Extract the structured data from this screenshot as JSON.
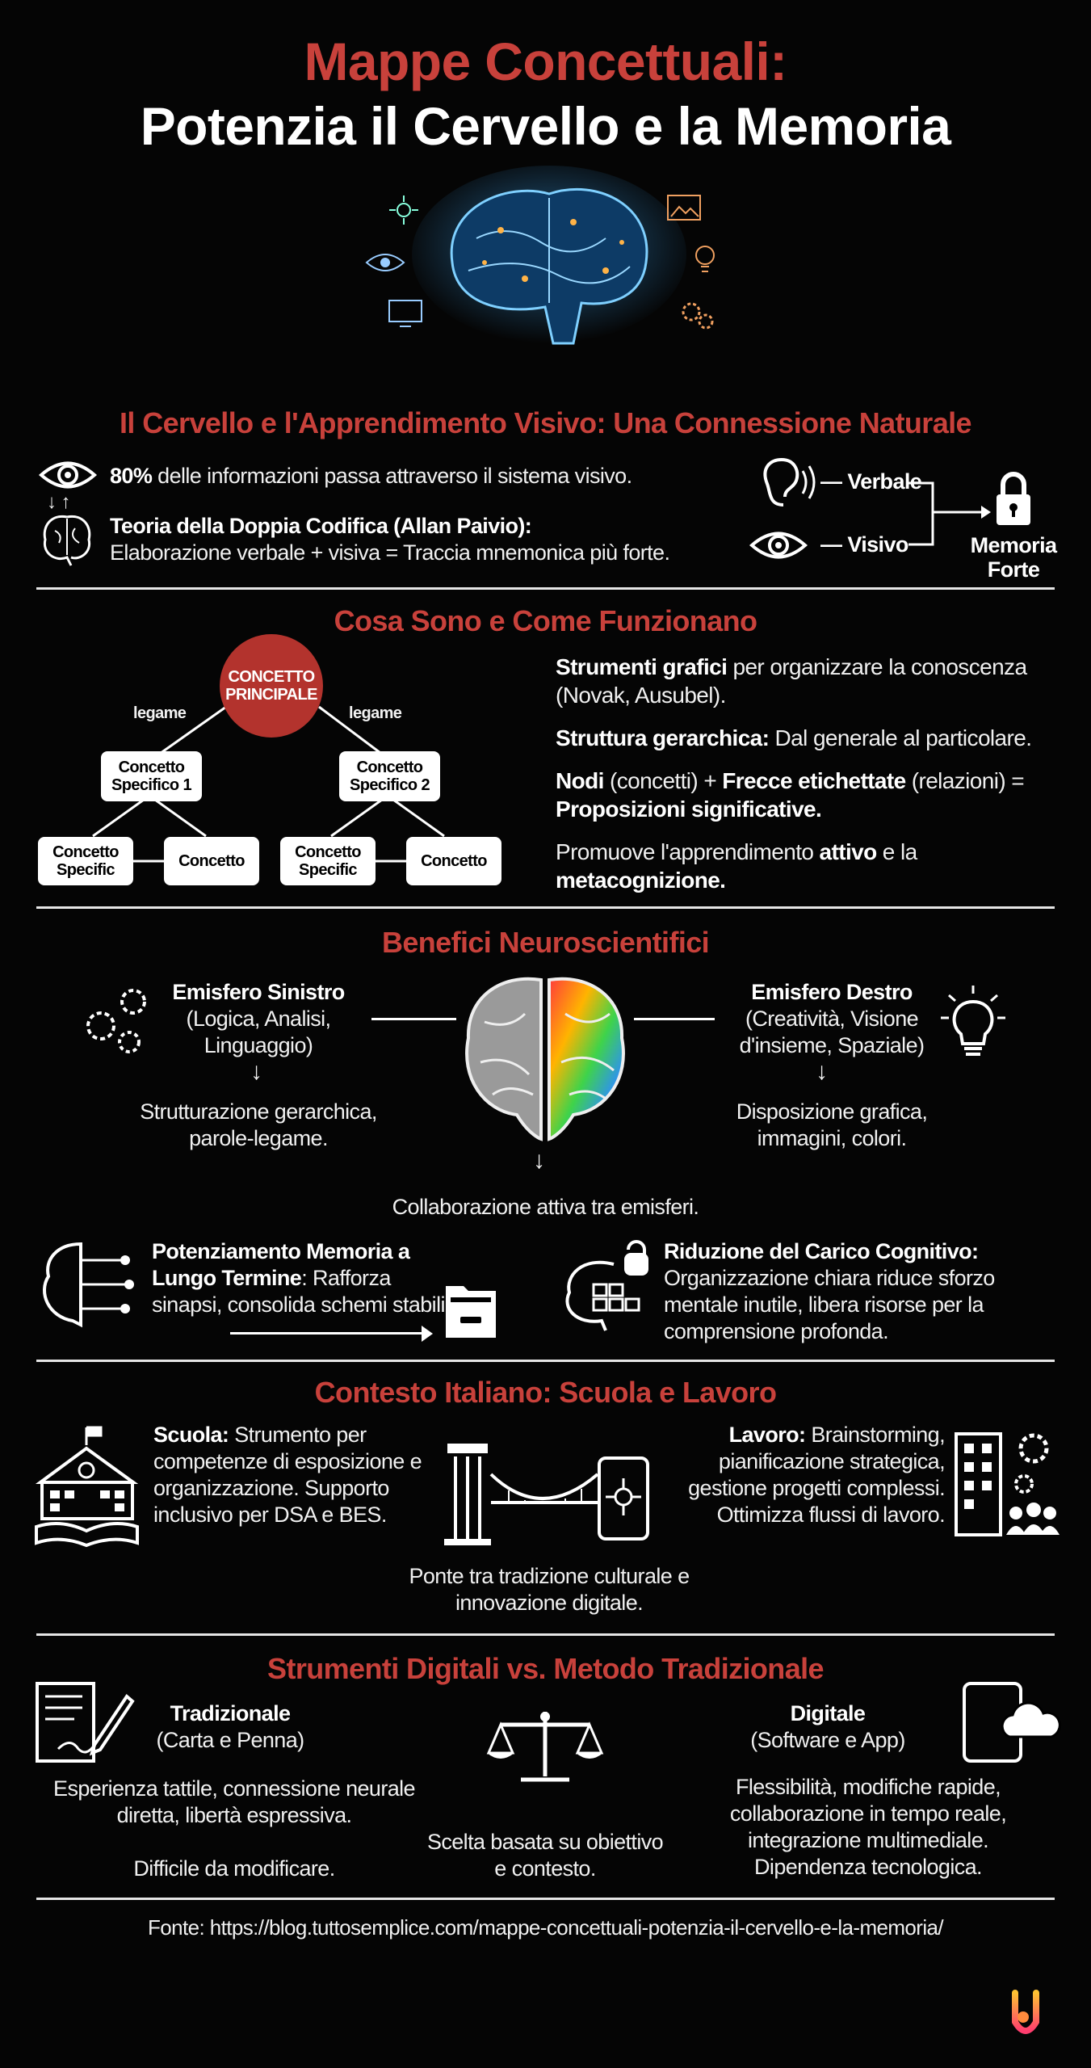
{
  "header": {
    "title_line1": "Mappe Concettuali:",
    "title_line2": "Potenzia il Cervello e la Memoria"
  },
  "colors": {
    "accent": "#c8413b",
    "background": "#050505",
    "text": "#f2f2f2"
  },
  "hero": {
    "icon": "glowing-brain-icon"
  },
  "section1": {
    "title": "Il Cervello e l'Apprendimento Visivo: Una Connessione Naturale",
    "stat_bold": "80%",
    "stat_text": " delle informazioni passa attraverso il sistema visivo.",
    "theory_title": "Teoria della Doppia Codifica (Allan Paivio):",
    "theory_text": "Elaborazione verbale + visiva = Traccia mnemonica più forte.",
    "verbal": "Verbale",
    "visual": "Visivo",
    "memory": "Memoria Forte"
  },
  "section2": {
    "title": "Cosa Sono e Come Funzionano",
    "map": {
      "main": "CONCETTO PRINCIPALE",
      "link": "legame",
      "specific1": "Concetto Specifico 1",
      "specific2": "Concetto Specifico 2",
      "leaf_a": "Concetto Specific",
      "leaf_b": "Concetto"
    },
    "p1_bold": "Strumenti grafici",
    "p1_text": " per organizzare la conoscenza (Novak, Ausubel).",
    "p2_bold": "Struttura gerarchica:",
    "p2_text": " Dal generale al particolare.",
    "p3_b1": "Nodi",
    "p3_t1": " (concetti) + ",
    "p3_b2": "Frecce etichettate",
    "p3_t2": " (relazioni) = ",
    "p3_b3": "Proposizioni significative.",
    "p4_t1": "Promuove l'apprendimento ",
    "p4_b1": "attivo",
    "p4_t2": " e la ",
    "p4_b2": "metacognizione."
  },
  "section3": {
    "title": "Benefici Neuroscientifici",
    "left_title": "Emisfero Sinistro",
    "left_sub": "(Logica, Analisi, Linguaggio)",
    "left_result": "Strutturazione gerarchica, parole-legame.",
    "right_title": "Emisfero Destro",
    "right_sub": "(Creatività, Visione d'insieme, Spaziale)",
    "right_result": "Disposizione grafica, immagini, colori.",
    "collab": "Collaborazione attiva tra emisferi.",
    "mem_bold": "Potenziamento Memoria a Lungo Termine",
    "mem_text": ": Rafforza sinapsi, consolida schemi stabili.",
    "load_bold": "Riduzione del Carico Cognitivo:",
    "load_text": " Organizzazione chiara riduce sforzo mentale inutile, libera risorse per la comprensione profonda."
  },
  "section4": {
    "title": "Contesto Italiano: Scuola e Lavoro",
    "school_bold": "Scuola:",
    "school_text": " Strumento per competenze di esposizione e organizzazione. Supporto inclusivo per DSA e BES.",
    "work_bold": "Lavoro:",
    "work_text": " Brainstorming, pianificazione strategica, gestione progetti complessi. Ottimizza flussi di lavoro.",
    "bridge": "Ponte tra tradizione culturale e innovazione digitale."
  },
  "section5": {
    "title": "Strumenti Digitali vs. Metodo Tradizionale",
    "trad_title": "Tradizionale",
    "trad_sub": "(Carta e Penna)",
    "trad_text": "Esperienza tattile, connessione neurale diretta, libertà espressiva.",
    "trad_con": "Difficile da modificare.",
    "dig_title": "Digitale",
    "dig_sub": "(Software e App)",
    "dig_text": "Flessibilità, modifiche rapide, collaborazione in tempo reale, integrazione multimediale. Dipendenza tecnologica.",
    "choice": "Scelta basata su obiettivo e contesto."
  },
  "footer": {
    "source": "Fonte: https://blog.tuttosemplice.com/mappe-concettuali-potenzia-il-cervello-e-la-memoria/"
  },
  "logo": {
    "name": "tuttosemplice-logo"
  }
}
